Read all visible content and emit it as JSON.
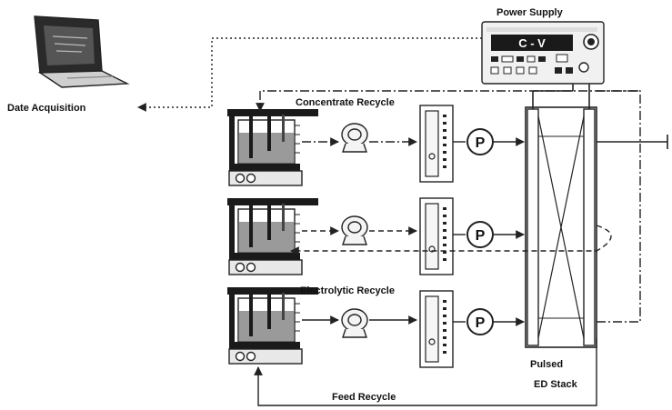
{
  "labels": {
    "power_supply": "Power Supply",
    "display": "C - V",
    "data_acquisition": "Date Acquisition",
    "concentrate_recycle": "Concentrate Recycle",
    "electrolytic_recycle": "Electrolytic Recycle",
    "feed_recycle": "Feed Recycle",
    "pulsed": "Pulsed",
    "ed_stack": "ED Stack",
    "pump": "P"
  },
  "colors": {
    "line": "#222222",
    "device_fill": "#f1f1f1",
    "solution_fill": "#9a9a9a",
    "dark": "#1a1a1a"
  }
}
